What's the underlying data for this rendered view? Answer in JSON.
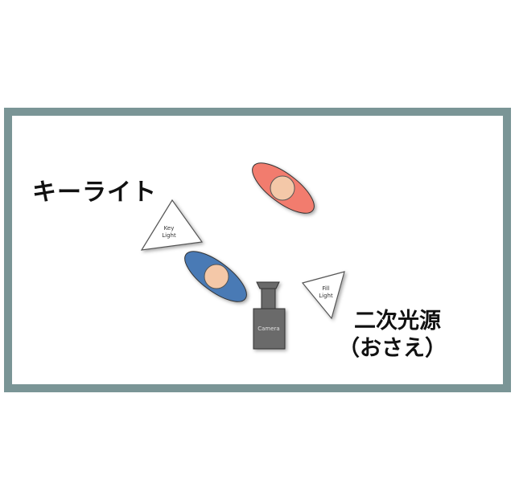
{
  "labels": {
    "key_light_jp": "キーライト",
    "fill_light_jp_line1": "二次光源",
    "fill_light_jp_line2": "（おさえ）"
  },
  "diagram": {
    "key_light_text_line1": "Key",
    "key_light_text_line2": "Light",
    "fill_light_text_line1": "Fill",
    "fill_light_text_line2": "Light",
    "camera_text": "Camera"
  },
  "colors": {
    "frame": "#7a9596",
    "subject_back": "#f27c6e",
    "subject_front": "#4a7ab5",
    "face": "#f4c8a8",
    "camera": "#6b6b6b",
    "light": "#ffffff"
  }
}
